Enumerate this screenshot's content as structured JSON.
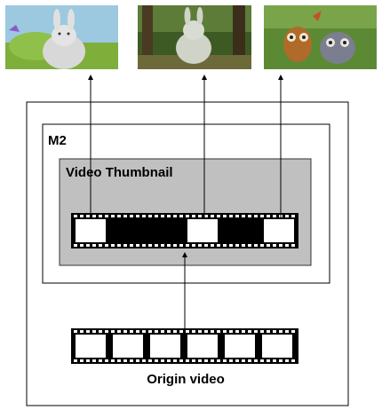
{
  "diagram": {
    "module_label": "M2",
    "thumbnail_box_label": "Video Thumbnail",
    "origin_label": "Origin video"
  },
  "thumbnails": [
    {
      "icon": "rabbit-character-icon",
      "scene": "meadow"
    },
    {
      "icon": "rabbit-forest-icon",
      "scene": "forest"
    },
    {
      "icon": "squirrel-chinchilla-icon",
      "scene": "grass"
    }
  ],
  "colors": {
    "thumbnail_box_fill": "#c0c0c0",
    "film": "#000000",
    "frame": "#ffffff"
  }
}
